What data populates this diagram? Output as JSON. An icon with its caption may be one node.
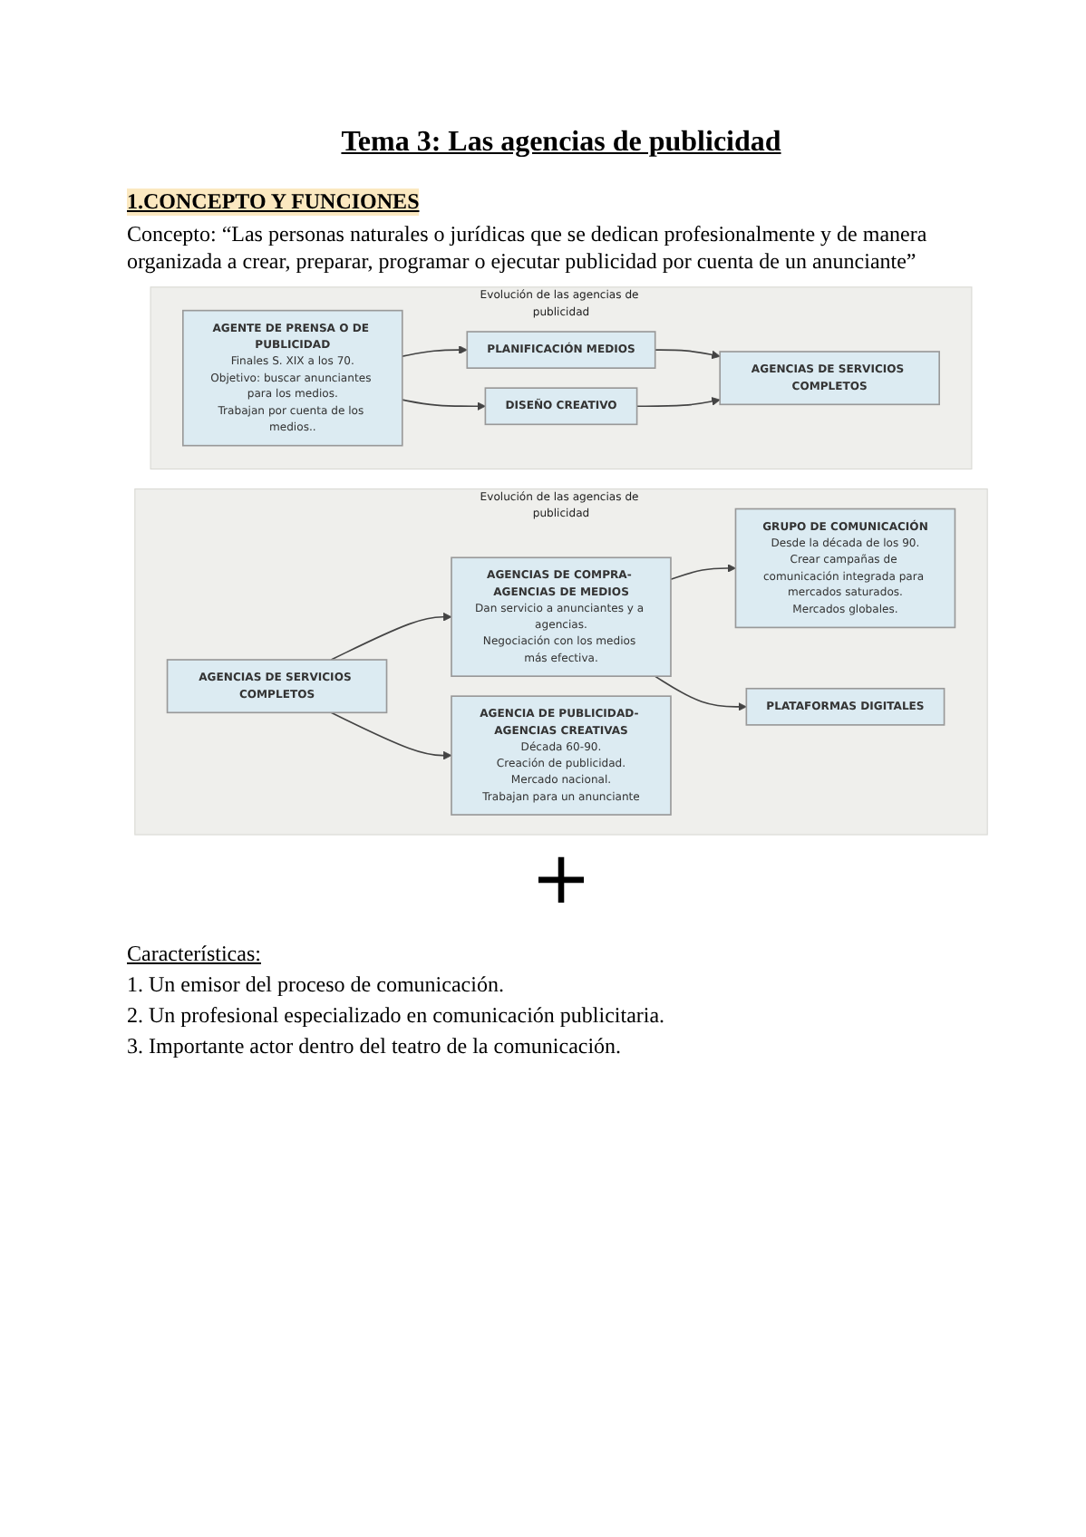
{
  "diagram": {
    "title": "Tema 3: Las agencias de publicidad",
    "nodes": [
      {
        "text": [
          "Evolución de las agencias de publicidad"
        ]
      },
      {
        "text": [
          "AGENCIAS DE SERVICIOS COMPLETOS"
        ],
        "in": 0
      },
      {
        "text": [
          "AGENCIAS DE COMPRA- AGENCIAS DE MEDIOS",
          "Dan servicio a anunciantes y a agencias.",
          "Negociación con los medios más efectiva."
        ],
        "in": 0
      },
      {
        "text": [
          "AGENCIA DE PUBLICIDAD- AGENCIAS CREATIVAS",
          "Década 60-90.",
          "Creación de publicidad.",
          "Mercado nacional.",
          "Trabajan para un anunciante"
        ],
        "in": 0
      },
      {
        "text": [
          "GRUPO DE COMUNICACIÓN",
          "Desde la década de los 90.",
          "Crear campañas de comunicación integrada para mercados saturados.",
          "Mercados globales."
        ],
        "in": 0
      },
      {
        "text": [
          "PLATAFORMAS DIGITALES"
        ],
        "in": 0
      },
      {
        "text": [
          "Evolución de las agencias de publicidad"
        ]
      },
      {
        "text": [
          "AGENTE DE PRENSA O DE PUBLICIDAD",
          "Finales S. XIX a los 70.",
          "Objetivo: buscar anunciantes para los medios.",
          "Trabajan por cuenta de los medios.."
        ],
        "in": 6
      },
      {
        "text": [
          "PLANIFICACIÓN MEDIOS"
        ],
        "in": 6
      },
      {
        "text": [
          "DISEÑO CREATIVO"
        ],
        "in": 6
      },
      {
        "text": [
          "AGENCIAS DE SERVICIOS COMPLETOS"
        ],
        "in": 6
      }
    ],
    "edges": [
      {
        "from": 1,
        "to": 2,
        "arrow": "to"
      },
      {
        "from": 1,
        "to": 3,
        "arrow": "to"
      },
      {
        "from": 2,
        "to": 4,
        "arrow": "to"
      },
      {
        "from": 2,
        "to": 5,
        "arrow": "to"
      },
      {
        "from": 7,
        "to": 8,
        "arrow": "to"
      },
      {
        "from": 7,
        "to": 9,
        "arrow": "to"
      },
      {
        "from": 8,
        "to": 10,
        "arrow": "to"
      },
      {
        "from": 9,
        "to": 10,
        "arrow": "to"
      }
    ],
    "labels": [
      "1.CONCEPTO Y FUNCIONES",
      "Concepto: “Las personas naturales o jurídicas que se dedican profesionalmente y de manera organizada a crear, preparar, programar o ejecutar publicidad por cuenta de un anunciante”",
      "+",
      "Características:",
      "1. Un emisor del proceso de comunicación.",
      "2. Un profesional especializado en comunicación publicitaria.",
      "3. Importante actor dentro del teatro de la comunicación."
    ]
  }
}
